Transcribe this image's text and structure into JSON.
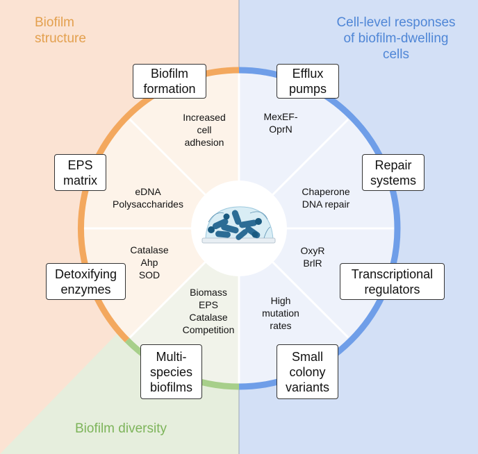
{
  "colors": {
    "biofilm_structure": "#f3a85e",
    "cell_level": "#6f9ee8",
    "diversity": "#a7cf8a",
    "structure_text": "#e3a04e",
    "cell_text": "#4f86d6",
    "diversity_text": "#7db45a"
  },
  "sections": {
    "biofilm_structure": "Biofilm\nstructure",
    "cell_level": "Cell-level responses\nof biofilm-dwelling\ncells",
    "biofilm_diversity": "Biofilm diversity"
  },
  "boxes": {
    "biofilm_formation": "Biofilm\nformation",
    "efflux_pumps": "Efflux\npumps",
    "eps_matrix": "EPS\nmatrix",
    "repair_systems": "Repair\nsystems",
    "detoxifying_enzymes": "Detoxifying\nenzymes",
    "transcriptional_regulators": "Transcriptional\nregulators",
    "multispecies_biofilms": "Multi-\nspecies\nbiofilms",
    "small_colony_variants": "Small\ncolony\nvariants"
  },
  "segments": {
    "increased_cell_adhesion": "Increased\ncell\nadhesion",
    "mexef_oprn": "MexEF-\nOprN",
    "edna_polysaccharides": "eDNA\nPolysaccharides",
    "chaperone_dna_repair": "Chaperone\nDNA repair",
    "catalase_ahp_sod": "Catalase\nAhp\nSOD",
    "oxyr_brlr": "OxyR\nBrlR",
    "biomass_eps_catalase_competition": "Biomass\nEPS\nCatalase\nCompetition",
    "high_mutation_rates": "High\nmutation\nrates"
  },
  "center_icon": "bacterial-biofilm-icon"
}
